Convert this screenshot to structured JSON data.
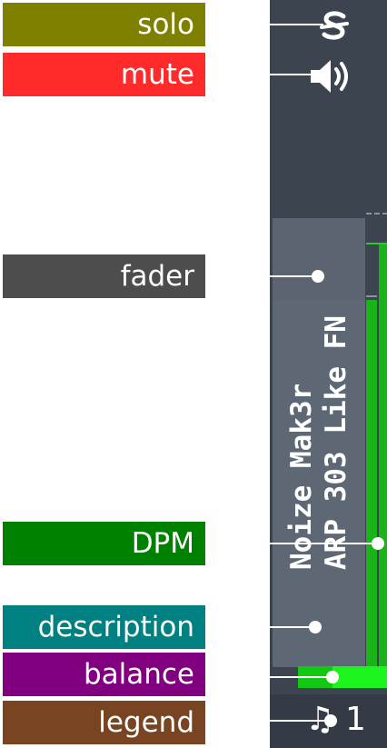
{
  "labels": {
    "solo": "solo",
    "mute": "mute",
    "fader": "fader",
    "dpm": "DPM",
    "description": "description",
    "balance": "balance",
    "legend": "legend"
  },
  "label_colors": {
    "solo": "#808000",
    "mute": "#ff2a2a",
    "fader": "#4d4d4d",
    "dpm": "#008000",
    "description": "#008080",
    "balance": "#800080",
    "legend": "#784421"
  },
  "strip": {
    "description_lines": [
      "Noize Mak3r",
      "ARP 303 Like FN"
    ],
    "legend_number": "1",
    "icons": {
      "solo": "solo-s-icon",
      "mute": "speaker-icon",
      "legend": "music-note-icon"
    }
  },
  "colors": {
    "strip_background": "#3c4450",
    "fader_background": "#5e6774",
    "meter_green": "#18b418",
    "balance_green": "#1cf51c",
    "callout_line": "#ffffff"
  }
}
